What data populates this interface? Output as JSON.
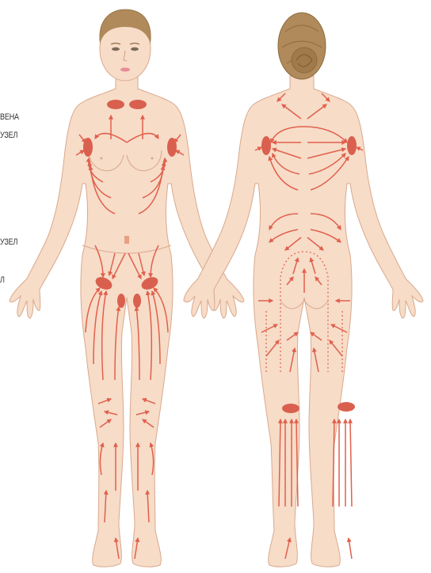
{
  "labels": {
    "vein": "ВЕНА",
    "node_upper": "УЗЕЛ",
    "node_lower": "УЗЕЛ",
    "partial": "Л"
  },
  "colors": {
    "skin": "#f7dcc8",
    "skin_outline": "#d9a98c",
    "arrow": "#e0604c",
    "node": "#d9604e",
    "hair": "#b08a5a",
    "hair_dark": "#8d6a40"
  }
}
